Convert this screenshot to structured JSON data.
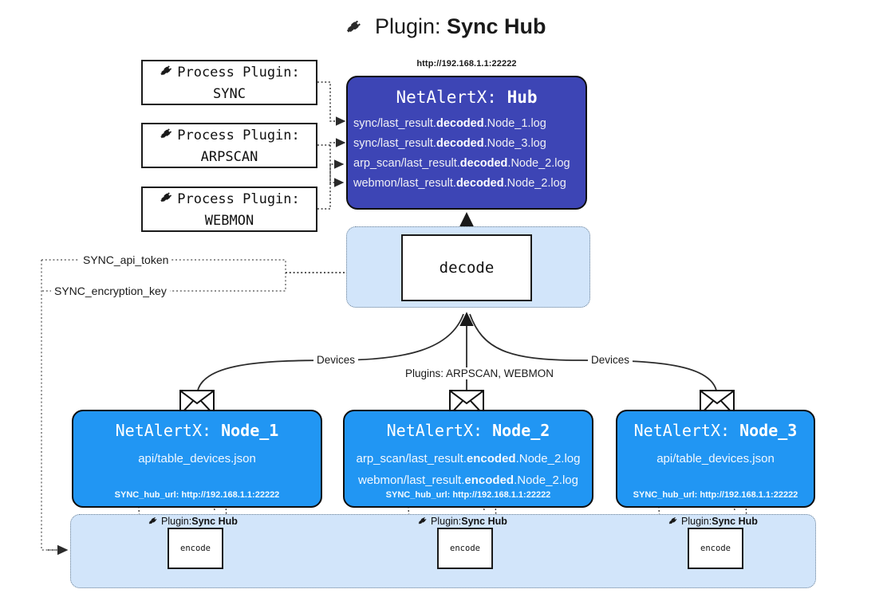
{
  "title": {
    "icon": "plug-icon",
    "prefix": "Plugin: ",
    "name": "Sync Hub"
  },
  "process_plugins": [
    {
      "icon": "plug-icon",
      "line1": "Process Plugin:",
      "line2": "SYNC"
    },
    {
      "icon": "plug-icon",
      "line1": "Process Plugin:",
      "line2": "ARPSCAN"
    },
    {
      "icon": "plug-icon",
      "line1": "Process Plugin:",
      "line2": "WEBMON"
    }
  ],
  "hub": {
    "url": "http://192.168.1.1:22222",
    "title_prefix": "NetAlertX: ",
    "title_name": "Hub",
    "color": "#3d45b5",
    "rows": [
      {
        "pre": "sync/last_result.",
        "mid": "decoded",
        "post": ".Node_1.log"
      },
      {
        "pre": "sync/last_result.",
        "mid": "decoded",
        "post": ".Node_3.log"
      },
      {
        "pre": "arp_scan/last_result.",
        "mid": "decoded",
        "post": ".Node_2.log"
      },
      {
        "pre": "webmon/last_result.",
        "mid": "decoded",
        "post": ".Node_2.log"
      }
    ]
  },
  "decode": {
    "label": "decode",
    "band_color": "#d2e5fa"
  },
  "keys": [
    {
      "label": "SYNC_api_token"
    },
    {
      "label": "SYNC_encryption_key"
    }
  ],
  "edge_labels": {
    "left_devices": "Devices",
    "center_plugins": "Plugins: ARPSCAN, WEBMON",
    "right_devices": "Devices"
  },
  "nodes": [
    {
      "title_prefix": "NetAlertX: ",
      "title_name": "Node_1",
      "lines": [
        {
          "pre": "api/table_devices.json",
          "mid": "",
          "post": ""
        }
      ],
      "footer": "SYNC_hub_url: http://192.168.1.1:22222",
      "color": "#2196f3"
    },
    {
      "title_prefix": "NetAlertX: ",
      "title_name": "Node_2",
      "lines": [
        {
          "pre": "arp_scan/last_result.",
          "mid": "encoded",
          "post": ".Node_2.log"
        },
        {
          "pre": "webmon/last_result.",
          "mid": "encoded",
          "post": ".Node_2.log"
        }
      ],
      "footer": "SYNC_hub_url: http://192.168.1.1:22222",
      "color": "#2196f3"
    },
    {
      "title_prefix": "NetAlertX: ",
      "title_name": "Node_3",
      "lines": [
        {
          "pre": "api/table_devices.json",
          "mid": "",
          "post": ""
        }
      ],
      "footer": "SYNC_hub_url: http://192.168.1.1:22222",
      "color": "#2196f3"
    }
  ],
  "encoders": [
    {
      "icon": "plug-icon",
      "label_prefix": "Plugin: ",
      "label_name": "Sync Hub",
      "box": "encode"
    },
    {
      "icon": "plug-icon",
      "label_prefix": "Plugin: ",
      "label_name": "Sync Hub",
      "box": "encode"
    },
    {
      "icon": "plug-icon",
      "label_prefix": "Plugin: ",
      "label_name": "Sync Hub",
      "box": "encode"
    }
  ]
}
